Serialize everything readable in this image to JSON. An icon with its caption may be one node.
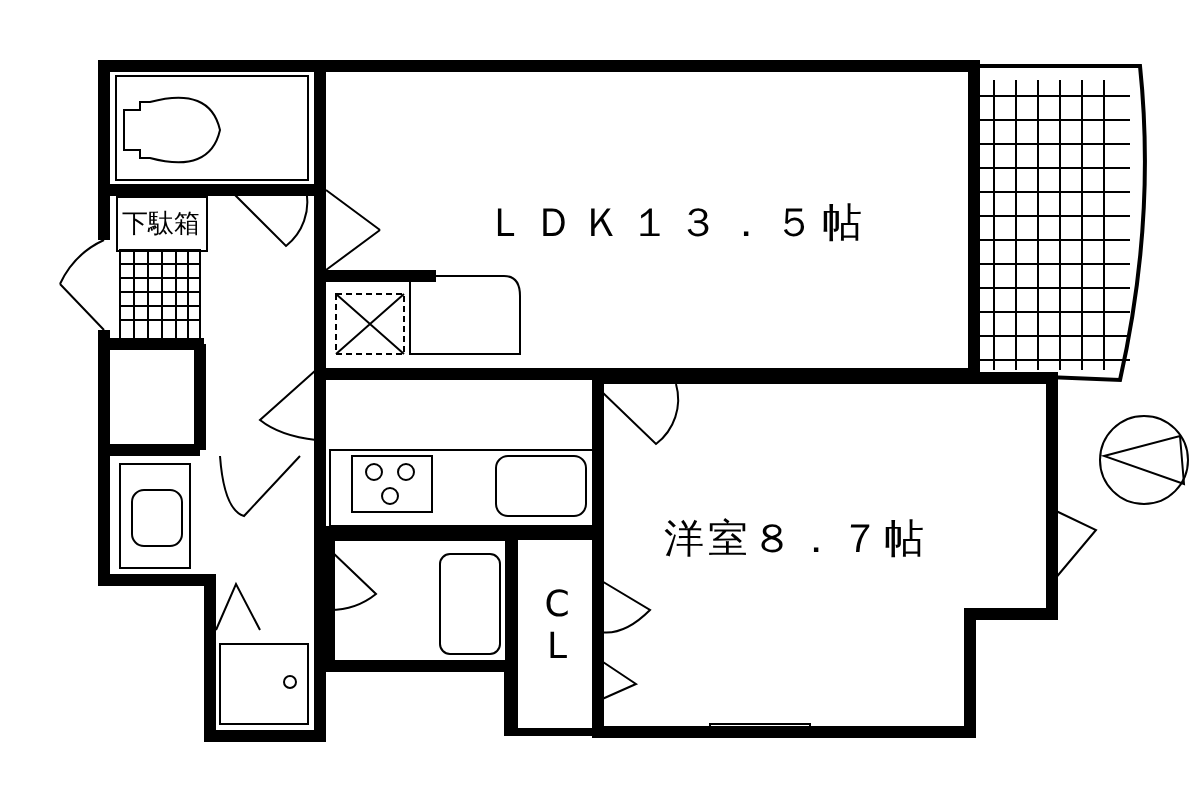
{
  "diagram": {
    "nodes": [
      {
        "text": [
          "ＬＤＫ１３．５帖"
        ]
      },
      {
        "text": [
          "下駄箱"
        ]
      },
      {
        "text": [
          "洋室８．７帖"
        ]
      },
      {
        "text": [
          "CL"
        ]
      }
    ]
  }
}
